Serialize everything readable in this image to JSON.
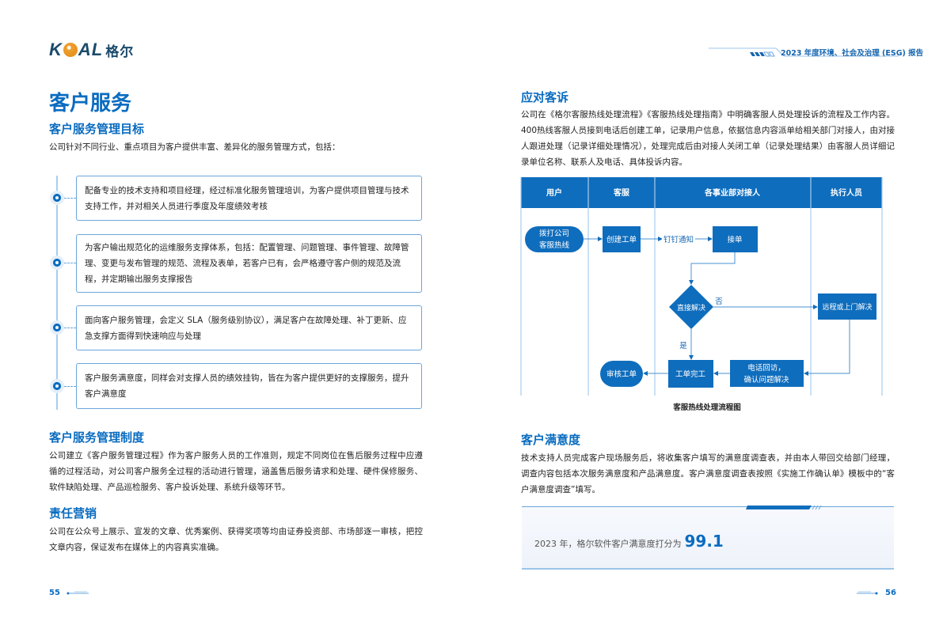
{
  "logo": {
    "brand": "KOAL",
    "brand_cn": "格尔"
  },
  "header": {
    "report_title": "2023 年度环境、社会及治理 (ESG) 报告"
  },
  "left": {
    "title": "客户服务",
    "s1": {
      "heading": "客户服务管理目标",
      "intro": "公司针对不同行业、重点项目为客户提供丰富、差异化的服务管理方式，包括：",
      "items": [
        "配备专业的技术支持和项目经理，经过标准化服务管理培训，为客户提供项目管理与技术支持工作，并对相关人员进行季度及年度绩效考核",
        "为客户输出规范化的运维服务支撑体系，包括：配置管理、问题管理、事件管理、故障管理、变更与发布管理的规范、流程及表单，若客户已有，会严格遵守客户侧的规范及流程，并定期输出服务支撑报告",
        "面向客户服务管理，会定义 SLA（服务级别协议），满足客户在故障处理、补丁更新、应急支撑方面得到快速响应与处理",
        "客户服务满意度，同样会对支撑人员的绩效挂钩，皆在为客户提供更好的支撑服务，提升客户满意度"
      ]
    },
    "s2": {
      "heading": "客户服务管理制度",
      "body": "公司建立《客户服务管理过程》作为客户服务人员的工作准则，规定不同岗位在售后服务过程中应遵循的过程活动，对公司客户服务全过程的活动进行管理，涵盖售后服务请求和处理、硬件保修服务、软件缺陷处理、产品巡检服务、客户投诉处理、系统升级等环节。"
    },
    "s3": {
      "heading": "责任营销",
      "body": "公司在公众号上展示、宣发的文章、优秀案例、获得奖项等均由证券投资部、市场部逐一审核，把控文章内容，保证发布在媒体上的内容真实准确。"
    },
    "page": "55"
  },
  "right": {
    "s1": {
      "heading": "应对客诉",
      "body": "公司在《格尔客服热线处理流程》《客服热线处理指南》中明确客服人员处理投诉的流程及工作内容。400热线客服人员接到电话后创建工单，记录用户信息，依据信息内容派单给相关部门对接人，由对接人跟进处理（记录详细处理情况），处理完成后由对接人关闭工单（记录处理结果）由客服人员详细记录单位名称、联系人及电话、具体投诉内容。"
    },
    "flow": {
      "lanes": [
        "用户",
        "客服",
        "各事业部对接人",
        "执行人员"
      ],
      "call_l1": "拨打公司",
      "call_l2": "客服热线",
      "create": "创建工单",
      "notify": "钉钉通知",
      "accept": "接单",
      "decide": "直接解决",
      "no": "否",
      "yes": "是",
      "remote": "远程或上门解决",
      "callback_l1": "电话回访，",
      "callback_l2": "确认问题解决",
      "done": "工单完工",
      "review": "审核工单",
      "caption": "客服热线处理流程图"
    },
    "s2": {
      "heading": "客户满意度",
      "body": "技术支持人员完成客户现场服务后，将收集客户填写的满意度调查表，并由本人带回交给部门经理，调查内容包括本次服务满意度和产品满意度。客户满意度调查表按照《实施工作确认单》模板中的“客户满意度调查”填写。"
    },
    "score": {
      "label": "2023 年，格尔软件客户满意度打分为",
      "value": "99.1"
    },
    "page": "56"
  },
  "colors": {
    "accent": "#0a6cc0",
    "flow": "#0f6dbd"
  }
}
